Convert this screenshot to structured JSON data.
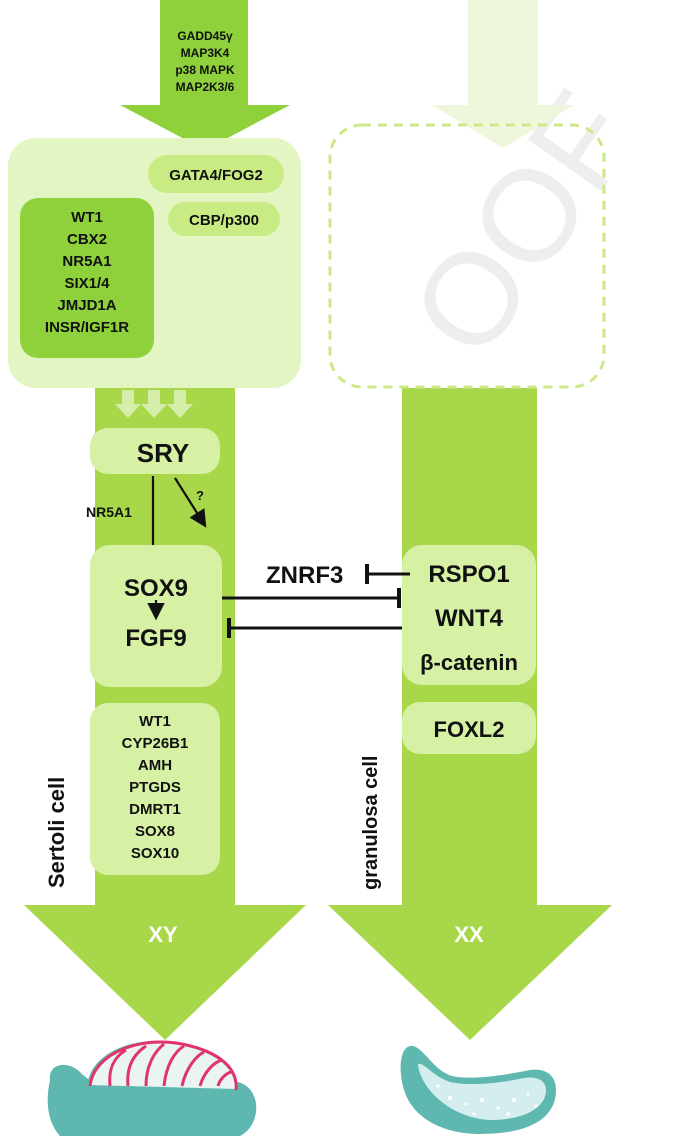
{
  "upstream_signals": [
    "GADD45γ",
    "MAP3K4",
    "p38 MAPK",
    "MAP2K3/6"
  ],
  "upstream_box": {
    "gata_label": "GATA4/FOG2",
    "cbp_label": "CBP/p300",
    "factors": [
      "WT1",
      "CBX2",
      "NR5A1",
      "SIX1/4",
      "JMJD1A",
      "INSR/IGF1R"
    ]
  },
  "sry_label": "SRY",
  "nr5a1_label": "NR5A1",
  "question_mark": "?",
  "sertoli_core": {
    "sox9": "SOX9",
    "fgf9": "FGF9"
  },
  "sertoli_targets": [
    "WT1",
    "CYP26B1",
    "AMH",
    "PTGDS",
    "DMRT1",
    "SOX8",
    "SOX10"
  ],
  "granulosa_core": {
    "znrf3": "ZNRF3",
    "rspo1": "RSPO1",
    "wnt4": "WNT4",
    "catenin": "β-catenin"
  },
  "foxl2_label": "FOXL2",
  "sertoli_cell_label": "Sertoli cell",
  "granulosa_cell_label": "granulosa cell",
  "xy_label": "XY",
  "xx_label": "XX",
  "watermark": "OOF",
  "colors": {
    "arrow_green": "#a8d84a",
    "box_light": "#e4f5c4",
    "box_mid": "#c8ec83",
    "box_dark": "#8ed13a",
    "gonad_teal": "#5fb8b0",
    "testis_cords": "#e2336a",
    "ovary_fill": "#d4eef0"
  }
}
